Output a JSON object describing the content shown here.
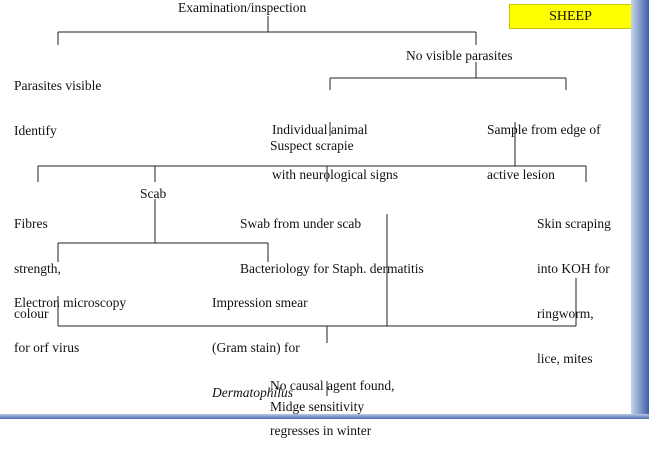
{
  "badge": "SHEEP",
  "nodes": {
    "examination": "Examination/inspection",
    "parasites_visible": [
      "Parasites visible",
      "Identify"
    ],
    "no_visible_parasites": "No visible parasites",
    "neurological": [
      "Individual animal",
      "with neurological signs"
    ],
    "suspect_scrapie": "Suspect scrapie",
    "sample_edge": [
      "Sample from edge of",
      "active lesion"
    ],
    "fibres": [
      "Fibres",
      "strength,",
      "colour"
    ],
    "scab": "Scab",
    "swab": [
      "Swab from under scab",
      "Bacteriology for Staph. dermatitis"
    ],
    "skin_scraping": [
      "Skin scraping",
      "into KOH for",
      "ringworm,",
      "lice, mites"
    ],
    "electron_microscopy": [
      "Electron microscopy",
      "for orf virus"
    ],
    "impression_smear": [
      "Impression smear",
      "(Gram stain) for",
      "Dermatophilus"
    ],
    "no_causal_agent": [
      "No causal agent found,",
      "regresses in winter"
    ],
    "midge_sensitivity": "Midge sensitivity"
  }
}
